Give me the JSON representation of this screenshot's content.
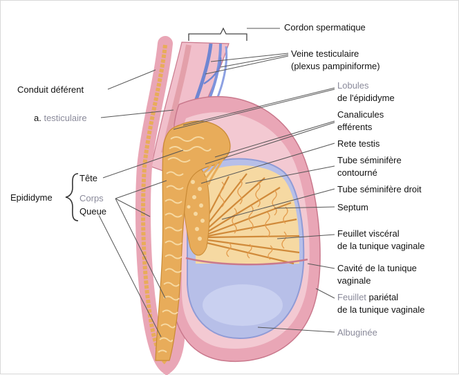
{
  "labels": {
    "cordon": "Cordon spermatique",
    "veine_l1": "Veine testiculaire",
    "veine_l2": "(plexus pampiniforme)",
    "conduit": "Conduit déférent",
    "a_prefix": "a.",
    "a_name": "testiculaire",
    "lobules_l1": "Lobules",
    "lobules_l2": "de l'épididyme",
    "canalicules_l1": "Canalicules",
    "canalicules_l2": "efférents",
    "rete": "Rete testis",
    "tube_c_l1": "Tube séminifère",
    "tube_c_l2": "contourné",
    "tube_droit": "Tube séminifère droit",
    "septum": "Septum",
    "visceral_l1": "Feuillet viscéral",
    "visceral_l2": "de la tunique vaginale",
    "cavite_l1": "Cavité de la tunique",
    "cavite_l2": "vaginale",
    "parietal_prefix": "Feuillet",
    "parietal_suffix": "pariétal",
    "parietal_l2": "de la tunique vaginale",
    "albuginee": "Albuginée",
    "epididyme": "Epididyme",
    "tete": "Tête",
    "corps": "Corps",
    "queue": "Queue"
  },
  "colors": {
    "pink_outer": "#e9a6b6",
    "pink_inner": "#f3c9d2",
    "blue_albuginee": "#b7bfe8",
    "vein_blue": "#6f86d2",
    "tubule_orange": "#e8ac5a",
    "tubule_light": "#f6d9a2",
    "leader_line": "#555555",
    "grey_text": "#8a8a9a"
  }
}
